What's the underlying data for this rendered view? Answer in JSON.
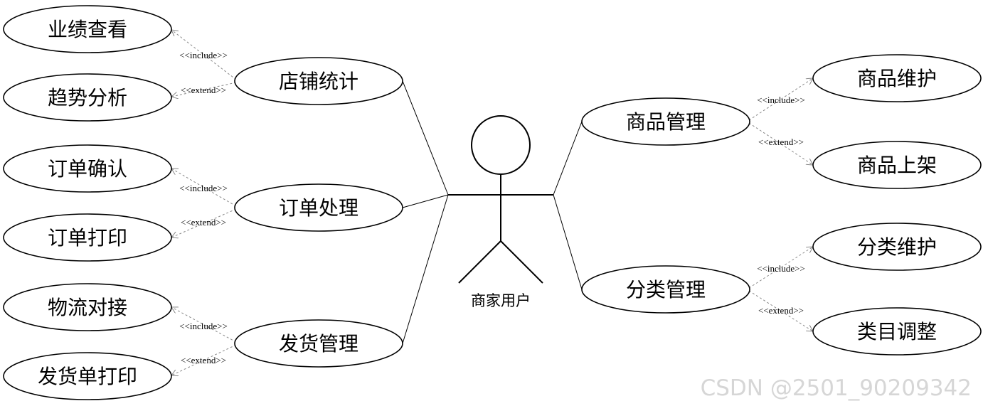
{
  "actor": {
    "label": "商家用户"
  },
  "use_cases": {
    "store_stats": "店铺统计",
    "order_processing": "订单处理",
    "shipping_mgmt": "发货管理",
    "product_mgmt": "商品管理",
    "category_mgmt": "分类管理",
    "performance_view": "业绩查看",
    "trend_analysis": "趋势分析",
    "order_confirm": "订单确认",
    "order_print": "订单打印",
    "logistics_link": "物流对接",
    "invoice_print": "发货单打印",
    "product_maintain": "商品维护",
    "product_listing": "商品上架",
    "category_maintain": "分类维护",
    "category_adjust": "类目调整"
  },
  "stereotypes": {
    "include": "<<include>>",
    "extend": "<<extend>>"
  },
  "watermark": "CSDN @2501_90209342"
}
